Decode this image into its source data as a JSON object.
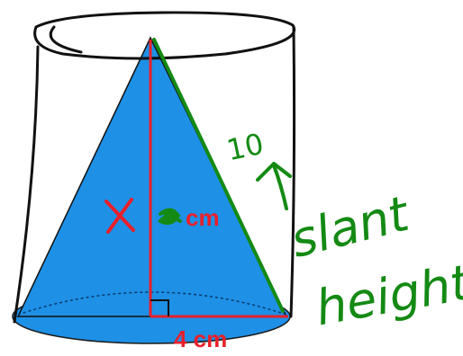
{
  "diagram": {
    "height_label": "X",
    "height_value_label": "cm",
    "radius_label": "4 cm",
    "slant_value": "10",
    "annotation_line1": "slant",
    "annotation_line2": "height"
  },
  "colors": {
    "cone_fill": "#1e90e6",
    "outline": "#111111",
    "label_red": "#e8202a",
    "ink_green": "#148a14"
  }
}
